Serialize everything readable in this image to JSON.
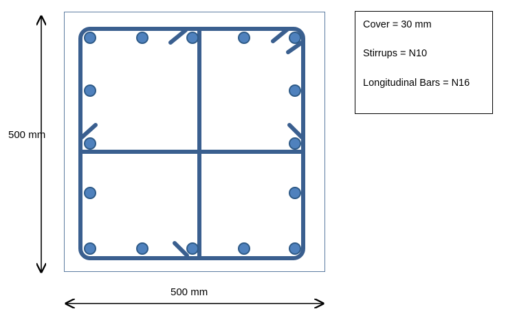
{
  "dimensions": {
    "height_label": "500 mm",
    "width_label": "500 mm"
  },
  "notes": {
    "cover": "Cover = 30 mm",
    "stirrups": "Stirrups  = N10",
    "longitudinal": "Longitudinal Bars = N16"
  },
  "colors": {
    "steel": "#3A5F8F",
    "bar_fill": "#4F81BD",
    "bar_outline": "#2E5A87",
    "section_outline": "#5B7BA0",
    "ink": "#000000"
  }
}
